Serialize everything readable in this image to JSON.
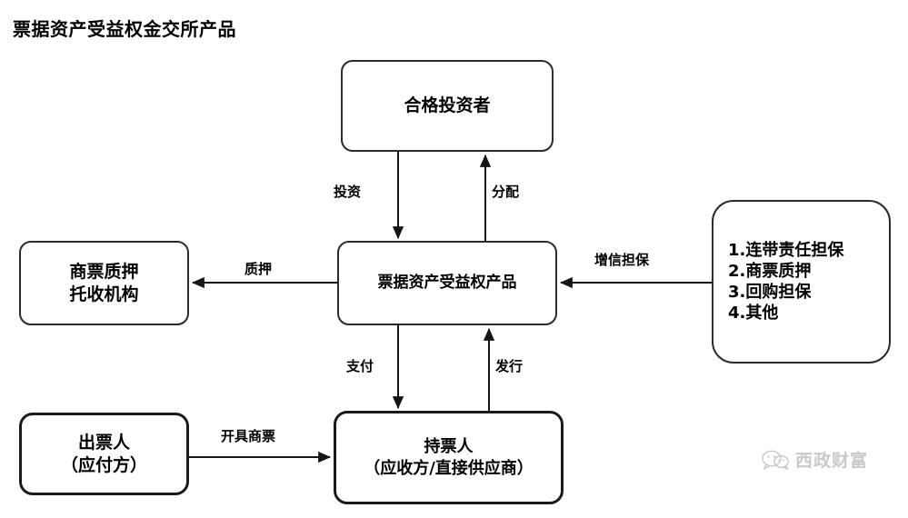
{
  "title": "票据资产受益权金交所产品",
  "nodes": {
    "investor": {
      "label": "合格投资者"
    },
    "product": {
      "label": "票据资产受益权产品"
    },
    "pledge_agency": {
      "line1": "商票质押",
      "line2": "托收机构"
    },
    "credit_enhancement": {
      "items": [
        "1.连带责任担保",
        "2.商票质押",
        "3.回购担保",
        "4.其他"
      ]
    },
    "holder": {
      "line1": "持票人",
      "line2": "（应收方/直接供应商）"
    },
    "drawer": {
      "line1": "出票人",
      "line2": "（应付方）"
    }
  },
  "edges": {
    "invest": {
      "label": "投资",
      "from": "investor",
      "to": "product",
      "direction": "down"
    },
    "distribute": {
      "label": "分配",
      "from": "product",
      "to": "investor",
      "direction": "up"
    },
    "pledge": {
      "label": "质押",
      "from": "product",
      "to": "pledge_agency",
      "direction": "left"
    },
    "credit": {
      "label": "增信担保",
      "from": "credit_enhancement",
      "to": "product",
      "direction": "left"
    },
    "pay": {
      "label": "支付",
      "from": "product",
      "to": "holder",
      "direction": "down"
    },
    "issue": {
      "label": "发行",
      "from": "holder",
      "to": "product",
      "direction": "up"
    },
    "draw_bill": {
      "label": "开具商票",
      "from": "drawer",
      "to": "holder",
      "direction": "right"
    }
  },
  "watermark": {
    "icon": "wechat-bubbles-icon",
    "text": "西政财富",
    "color": "#c9c9c9"
  },
  "colors": {
    "background": "#ffffff",
    "stroke": "#2b2b2b",
    "text": "#000000",
    "watermark": "#c9c9c9"
  }
}
